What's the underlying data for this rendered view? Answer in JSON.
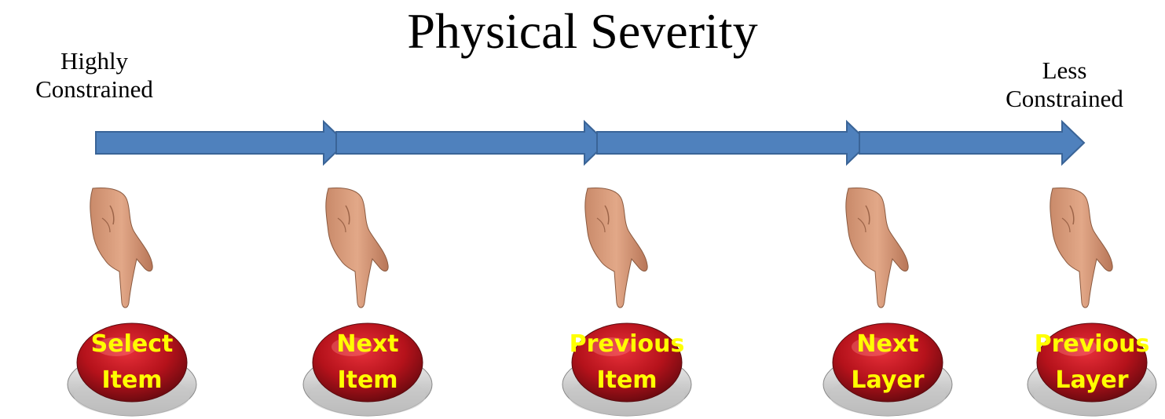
{
  "title": "Physical Severity",
  "left_label": "Highly\nConstrained",
  "right_label": "Less\nConstrained",
  "arrow_color": "#4f81bd",
  "buttons": [
    {
      "line1": "Select",
      "line2": "Item"
    },
    {
      "line1": "Next",
      "line2": "Item"
    },
    {
      "line1": "Previous",
      "line2": "Item"
    },
    {
      "line1": "Next",
      "line2": "Layer"
    },
    {
      "line1": "Previous",
      "line2": "Layer"
    }
  ],
  "icons": [
    "pointing-hand-icon",
    "red-push-button-icon"
  ]
}
